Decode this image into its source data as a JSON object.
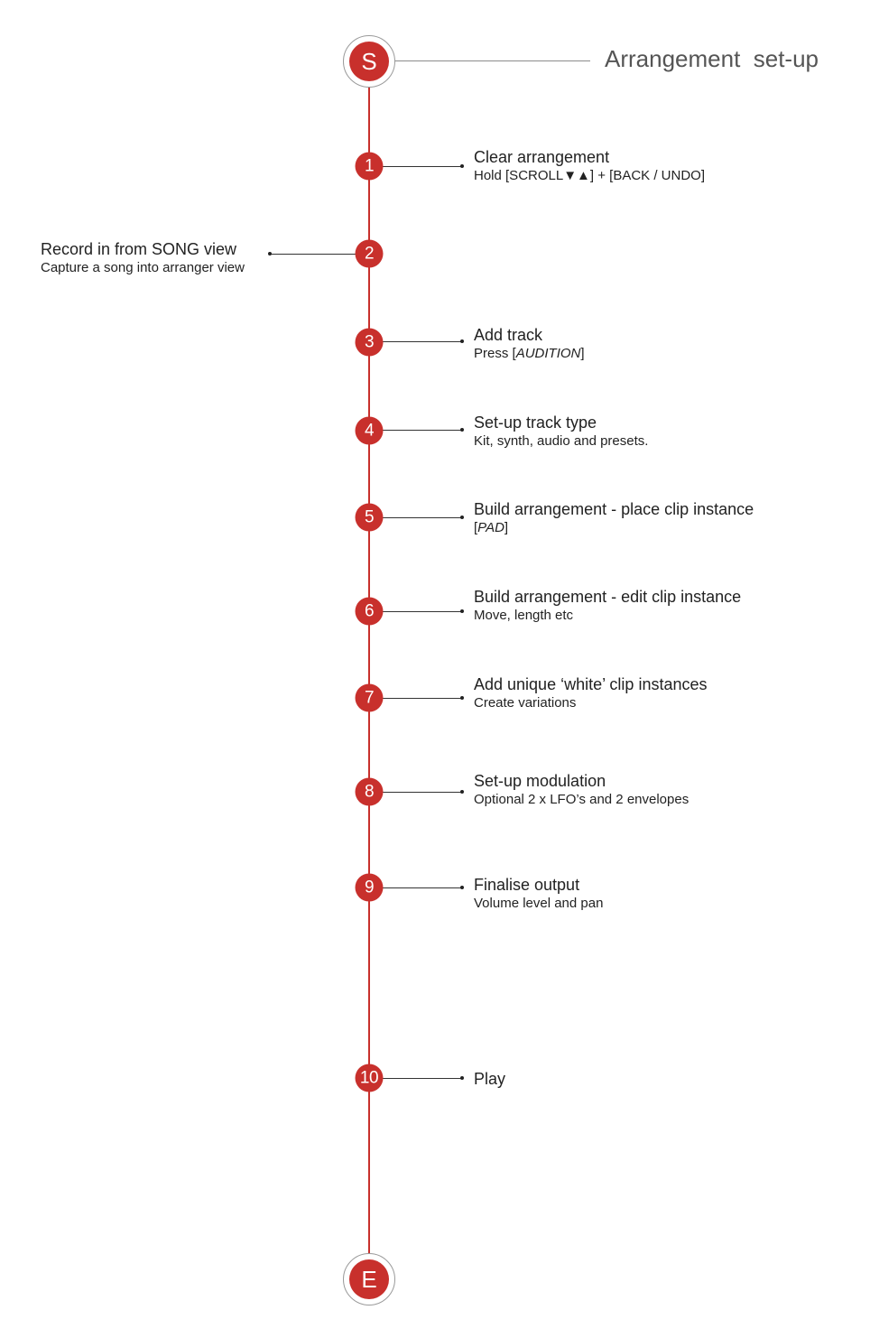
{
  "title": "Arrangement  set-up",
  "start_label": "S",
  "end_label": "E",
  "steps": [
    {
      "number": "1",
      "title": "Clear arrangement",
      "desc": "Hold [SCROLL▼▲] + [BACK / UNDO]",
      "side": "right"
    },
    {
      "number": "2",
      "title": "Record in from SONG view",
      "desc": "Capture a song into arranger view",
      "side": "left"
    },
    {
      "number": "3",
      "title": "Add track",
      "desc_pre": "Press [",
      "desc_em": "AUDITION",
      "desc_post": "]",
      "side": "right"
    },
    {
      "number": "4",
      "title": "Set-up track type",
      "desc": "Kit, synth, audio and presets.",
      "side": "right"
    },
    {
      "number": "5",
      "title": "Build arrangement - place clip instance",
      "desc_pre": "[",
      "desc_em": "PAD",
      "desc_post": "]",
      "side": "right"
    },
    {
      "number": "6",
      "title": "Build arrangement - edit clip instance",
      "desc": "Move, length etc",
      "side": "right"
    },
    {
      "number": "7",
      "title": "Add unique ‘white’ clip instances",
      "desc": "Create variations",
      "side": "right"
    },
    {
      "number": "8",
      "title": "Set-up modulation",
      "desc": "Optional 2 x LFO’s and 2 envelopes",
      "side": "right"
    },
    {
      "number": "9",
      "title": "Finalise output",
      "desc": "Volume level and pan",
      "side": "right"
    },
    {
      "number": "10",
      "title": "Play",
      "side": "right"
    }
  ]
}
